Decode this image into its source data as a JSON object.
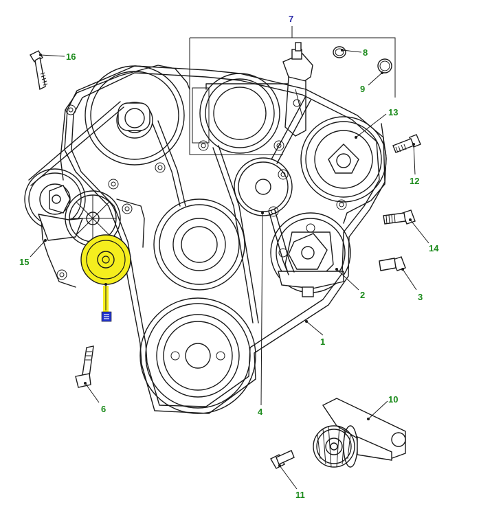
{
  "diagram": {
    "callouts": [
      {
        "id": "1",
        "text": "1",
        "color": "#1a8a1a"
      },
      {
        "id": "2",
        "text": "2",
        "color": "#1a8a1a"
      },
      {
        "id": "3",
        "text": "3",
        "color": "#1a8a1a"
      },
      {
        "id": "4",
        "text": "4",
        "color": "#1a8a1a"
      },
      {
        "id": "6",
        "text": "6",
        "color": "#1a8a1a"
      },
      {
        "id": "7",
        "text": "7",
        "color": "#2a2aa8"
      },
      {
        "id": "8",
        "text": "8",
        "color": "#1a8a1a"
      },
      {
        "id": "9",
        "text": "9",
        "color": "#1a8a1a"
      },
      {
        "id": "10",
        "text": "10",
        "color": "#1a8a1a"
      },
      {
        "id": "11",
        "text": "11",
        "color": "#1a8a1a"
      },
      {
        "id": "12",
        "text": "12",
        "color": "#1a8a1a"
      },
      {
        "id": "13",
        "text": "13",
        "color": "#1a8a1a"
      },
      {
        "id": "14",
        "text": "14",
        "color": "#1a8a1a"
      },
      {
        "id": "15",
        "text": "15",
        "color": "#1a8a1a"
      },
      {
        "id": "16",
        "text": "16",
        "color": "#1a8a1a"
      }
    ],
    "highlight": {
      "part": "idler pulley",
      "color": "#f5ee1e",
      "marker_color": "#2233cc"
    }
  }
}
